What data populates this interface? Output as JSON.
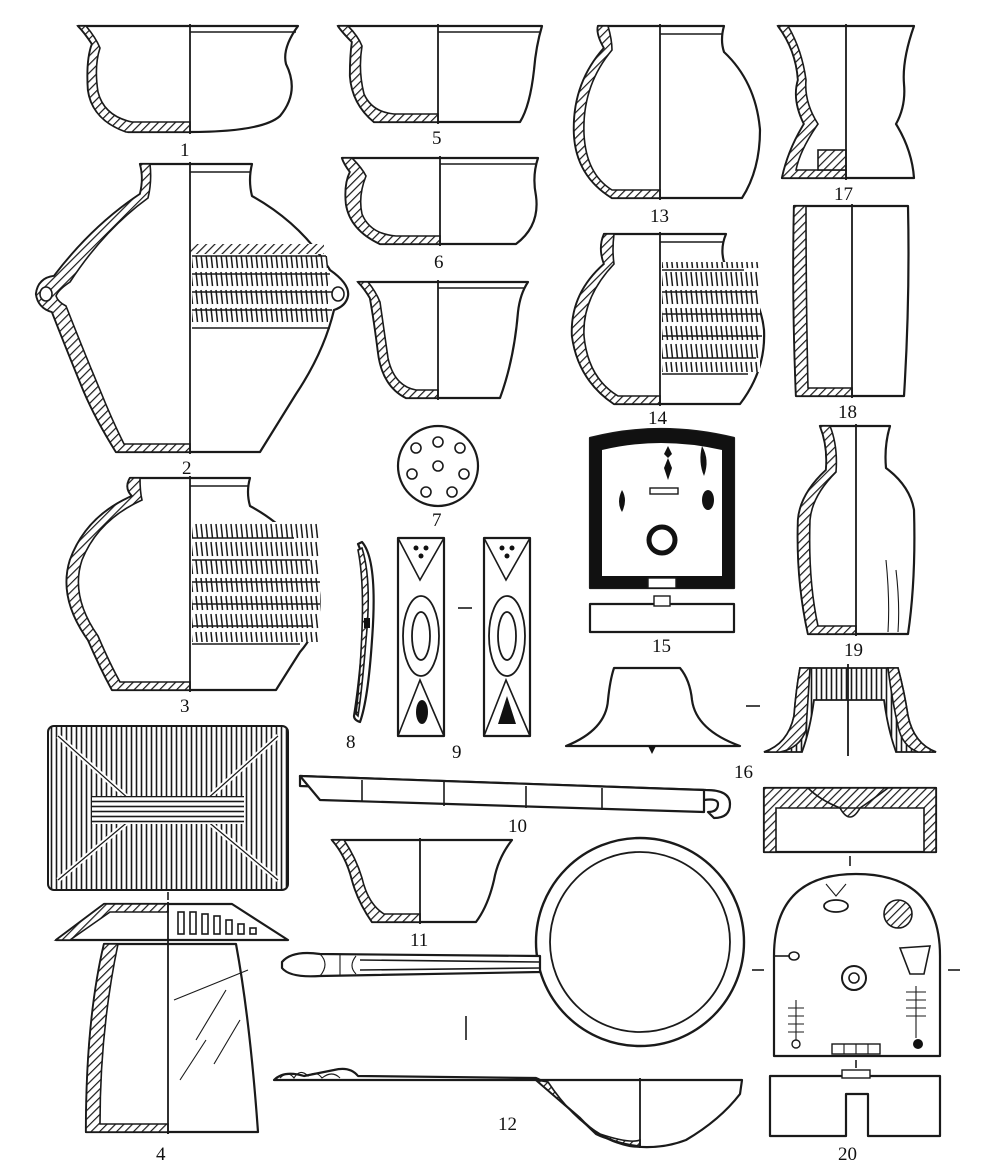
{
  "figure_labels": {
    "fig1": "1",
    "fig2": "2",
    "fig3": "3",
    "fig4": "4",
    "fig5": "5",
    "fig6": "6",
    "fig7": "7",
    "fig8": "8",
    "fig9": "9",
    "fig10": "10",
    "fig11": "11",
    "fig12": "12",
    "fig13": "13",
    "fig14": "14",
    "fig15": "15",
    "fig16": "16",
    "fig17": "17",
    "fig18": "18",
    "fig19": "19",
    "fig20": "20"
  },
  "colors": {
    "ink": "#1a1a1a",
    "paper": "#ffffff"
  }
}
